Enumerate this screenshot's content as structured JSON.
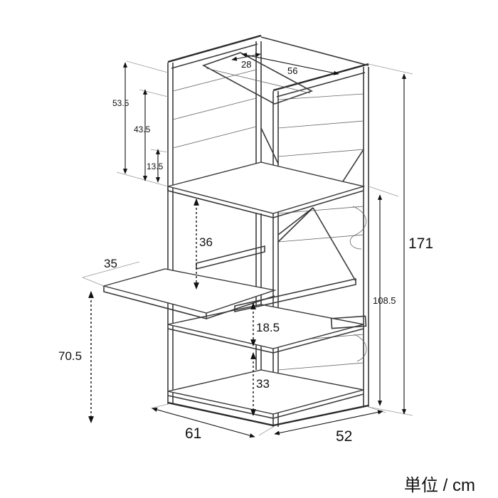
{
  "labels": {
    "top_depth": "28",
    "top_width": "56",
    "upper_height": "53.5",
    "mid_height": "43.5",
    "low_height": "13.5",
    "shelf_gap": "36",
    "slide_depth": "35",
    "slide_height": "70.5",
    "lower_gap": "18.5",
    "bottom_gap": "33",
    "total_height": "171",
    "side_height": "108.5",
    "width": "61",
    "depth": "52"
  },
  "unit": "単位 / cm"
}
